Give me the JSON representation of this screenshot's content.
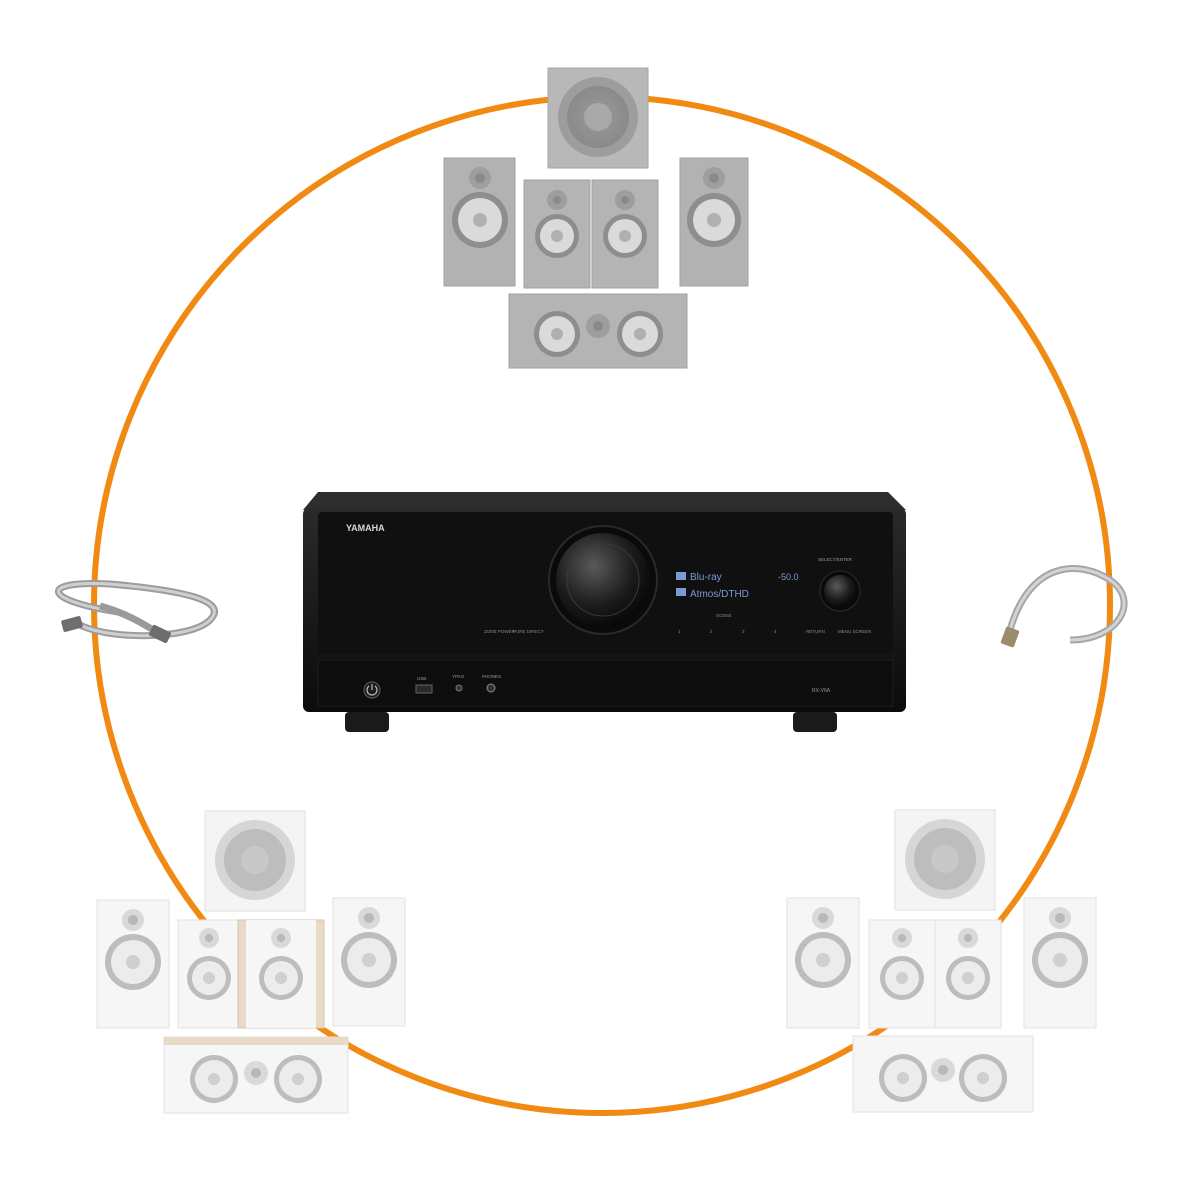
{
  "colors": {
    "ring": "#f08a12",
    "receiver_body": "#141414",
    "display_text": "#7c9bd6",
    "speaker_grey": "#b5b5b5",
    "speaker_white": "#f7f7f7",
    "wood_accent": "#e8dac6"
  },
  "receiver": {
    "brand": "YAMAHA",
    "display": {
      "line1": "Blu-ray",
      "line2": "Atmos/DTHD",
      "right": "-50.0"
    },
    "labels": {
      "select_enter": "SELECT/ENTER",
      "zone_power": "ZONE POWER",
      "pure_direct": "PURE DIRECT",
      "scene": "SCENE",
      "return": "RETURN",
      "menu": "MENU SCREEN",
      "usb": "USB",
      "ypao": "YPAO",
      "phones": "PHONES",
      "model": "RX-V6A",
      "scene_buttons": [
        "1",
        "2",
        "3",
        "4"
      ]
    }
  },
  "icons": {
    "power": "power-icon",
    "cable_left": "optical-cable-icon",
    "cable_right": "hdmi-cable-icon"
  }
}
